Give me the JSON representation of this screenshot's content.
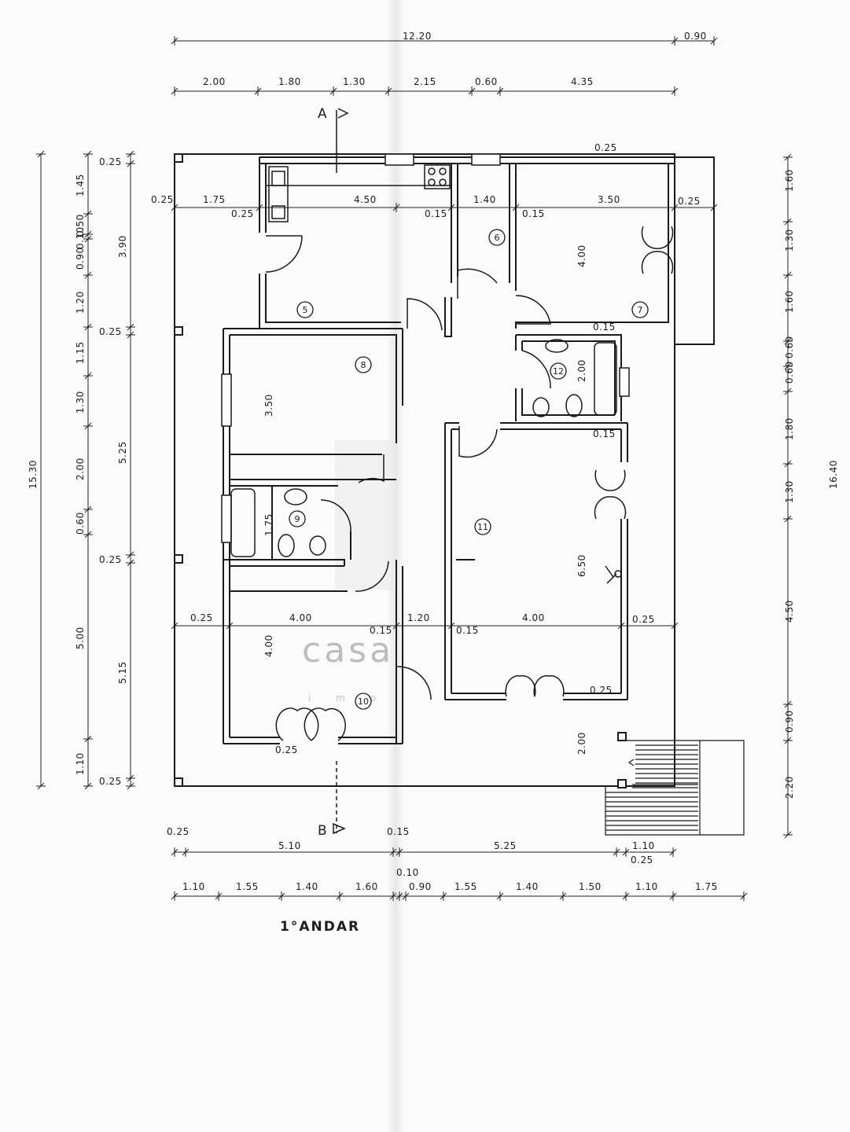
{
  "title": "1°ANDAR",
  "section_a": "A",
  "section_b": "B",
  "watermark": {
    "brand": "casa",
    "sub": "i m o"
  },
  "top_total": [
    "12.20",
    "0.90"
  ],
  "top_segments": [
    "2.00",
    "1.80",
    "1.30",
    "2.15",
    "0.60",
    "4.35"
  ],
  "bottom_upper": [
    "0.25",
    "5.10",
    "0.15",
    "5.25",
    "1.10",
    "0.25"
  ],
  "bottom_lower": [
    "1.10",
    "1.55",
    "1.40",
    "1.60",
    "0.10",
    "0.90",
    "1.55",
    "1.40",
    "1.50",
    "1.10",
    "1.75"
  ],
  "left_total": "15.30",
  "left_outer": [
    "1.45",
    "0.50",
    "0.10",
    "0.90",
    "1.20",
    "1.15",
    "1.30",
    "2.00",
    "0.60",
    "5.00",
    "1.10"
  ],
  "left_inner": [
    "0.25",
    "3.90",
    "0.25",
    "5.25",
    "0.25",
    "5.15",
    "0.25"
  ],
  "right_total": "16.40",
  "right_dims": [
    "1.60",
    "1.30",
    "1.60",
    "0.60",
    "0.60",
    "1.80",
    "1.30",
    "4.50",
    "0.90",
    "2.20"
  ],
  "interior_dims": {
    "d025_top": "0.25",
    "d025_left": "0.25",
    "d175": "1.75",
    "d025_kit": "0.25",
    "d450": "4.50",
    "d015_a": "0.15",
    "d140": "1.40",
    "d015_b": "0.15",
    "d350_top": "3.50",
    "d025_right": "0.25",
    "d400_r7": "4.00",
    "d015_r7": "0.15",
    "d200_r12": "2.00",
    "d015_r12": "0.15",
    "d350_r8": "3.50",
    "d175_r9": "1.75",
    "d650": "6.50",
    "d025_r10": "0.25",
    "d400_r10h": "4.00",
    "d015_c": "0.15",
    "d120": "1.20",
    "d015_d": "0.15",
    "d400_r11": "4.00",
    "d025_r11": "0.25",
    "d400_r10v": "4.00",
    "d025_r11b": "0.25",
    "d025_door": "0.25",
    "d200_stair": "2.00"
  },
  "rooms": [
    "5",
    "6",
    "7",
    "8",
    "9",
    "10",
    "11",
    "12"
  ]
}
